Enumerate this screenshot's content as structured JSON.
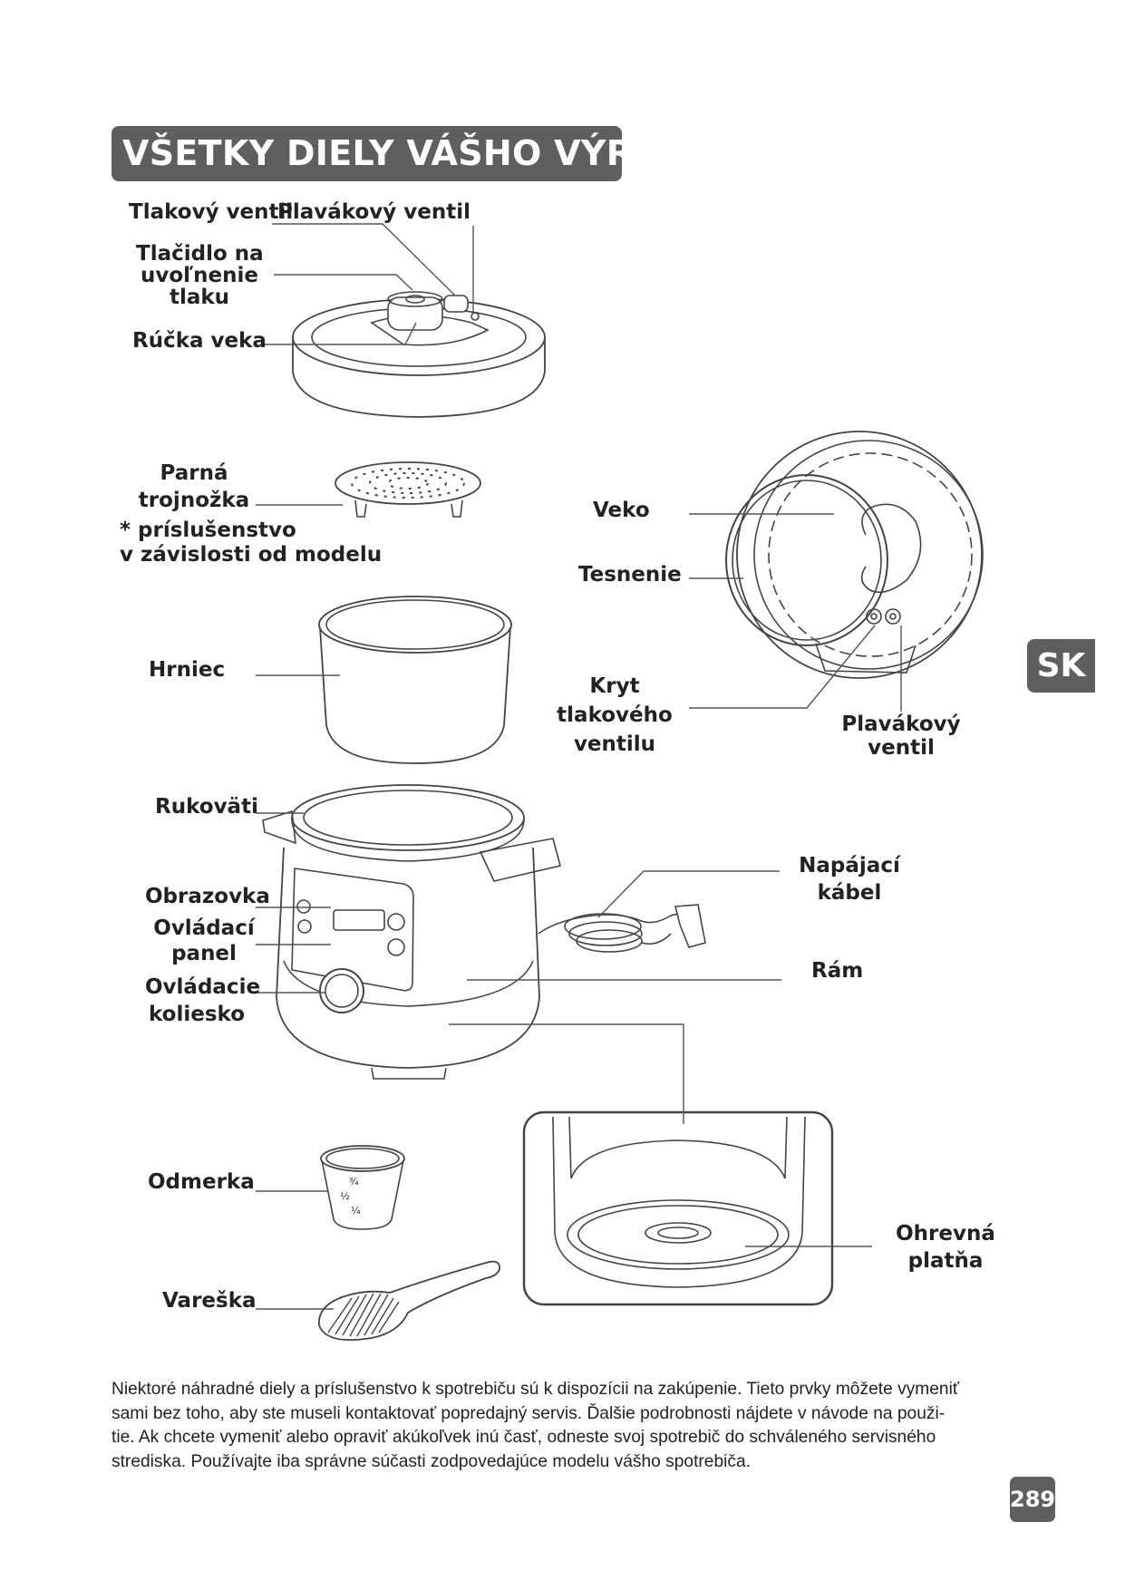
{
  "title": "VŠETKY DIELY VÁŠHO VÝROBKU",
  "labels": {
    "pressure_valve": "Tlakový ventil",
    "float_valve_top": "Plavákový ventil",
    "release_button": [
      "Tlačidlo na",
      "uvoľnenie",
      "tlaku"
    ],
    "lid_handle": "Rúčka veka",
    "steam_trivet": [
      "Parná",
      "trojnožka"
    ],
    "accessory_note": [
      "* príslušenstvo",
      "v závislosti od modelu"
    ],
    "lid": "Veko",
    "seal": "Tesnenie",
    "pot": "Hrniec",
    "valve_cover": [
      "Kryt",
      "tlakového",
      "ventilu"
    ],
    "float_valve_right": [
      "Plavákový",
      "ventil"
    ],
    "handles": "Rukoväti",
    "power_cord": [
      "Napájací",
      "kábel"
    ],
    "display": "Obrazovka",
    "control_panel": [
      "Ovládací",
      "panel"
    ],
    "frame": "Rám",
    "control_knob": [
      "Ovládacie",
      "koliesko"
    ],
    "measuring_cup": "Odmerka",
    "heating_plate": [
      "Ohrevná",
      "platňa"
    ],
    "spoon": "Vareška",
    "cup_marks": [
      "¾",
      "½",
      "¼"
    ]
  },
  "language_tab": "SK",
  "footer_lines": [
    "Niektoré náhradné diely a príslušenstvo k spotrebiču sú k dispozícii na zakúpenie. Tieto prvky môžete vymeniť",
    "sami bez toho, aby ste museli kontaktovať popredajný servis. Ďalšie podrobnosti nájdete v návode na použi-",
    "tie. Ak chcete vymeniť alebo opraviť akúkoľvek inú časť, odneste svoj spotrebič do schváleného servisného",
    "strediska. Používajte iba správne súčasti zodpovedajúce modelu vášho spotrebiča."
  ],
  "page_number": "289"
}
